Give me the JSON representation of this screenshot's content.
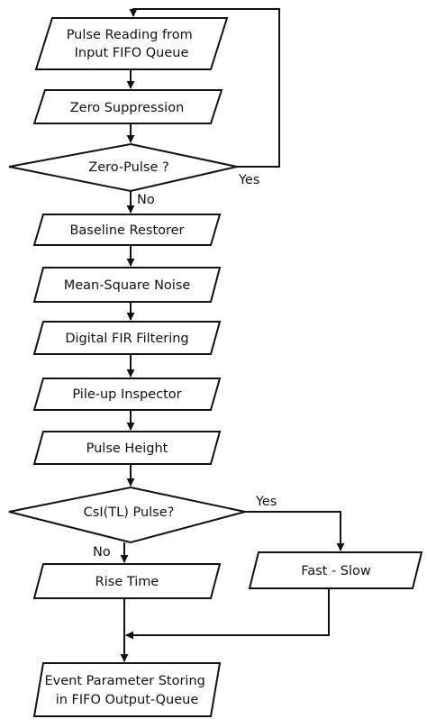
{
  "diagram": {
    "nodes": {
      "pulse_reading": {
        "lines": [
          "Pulse Reading from",
          "Input FIFO Queue"
        ]
      },
      "zero_suppression": {
        "lines": [
          "Zero Suppression"
        ]
      },
      "zero_pulse": {
        "lines": [
          "Zero-Pulse ?"
        ]
      },
      "baseline_restorer": {
        "lines": [
          "Baseline Restorer"
        ]
      },
      "mean_square_noise": {
        "lines": [
          "Mean-Square Noise"
        ]
      },
      "digital_fir": {
        "lines": [
          "Digital FIR Filtering"
        ]
      },
      "pileup_inspector": {
        "lines": [
          "Pile-up Inspector"
        ]
      },
      "pulse_height": {
        "lines": [
          "Pulse Height"
        ]
      },
      "csi_pulse": {
        "lines": [
          "CsI(TL) Pulse?"
        ]
      },
      "rise_time": {
        "lines": [
          "Rise Time"
        ]
      },
      "fast_slow": {
        "lines": [
          "Fast - Slow"
        ]
      },
      "event_storing": {
        "lines": [
          "Event Parameter Storing",
          "in FIFO Output-Queue"
        ]
      }
    },
    "edge_labels": {
      "zero_yes": "Yes",
      "zero_no": "No",
      "csi_yes": "Yes",
      "csi_no": "No"
    }
  }
}
